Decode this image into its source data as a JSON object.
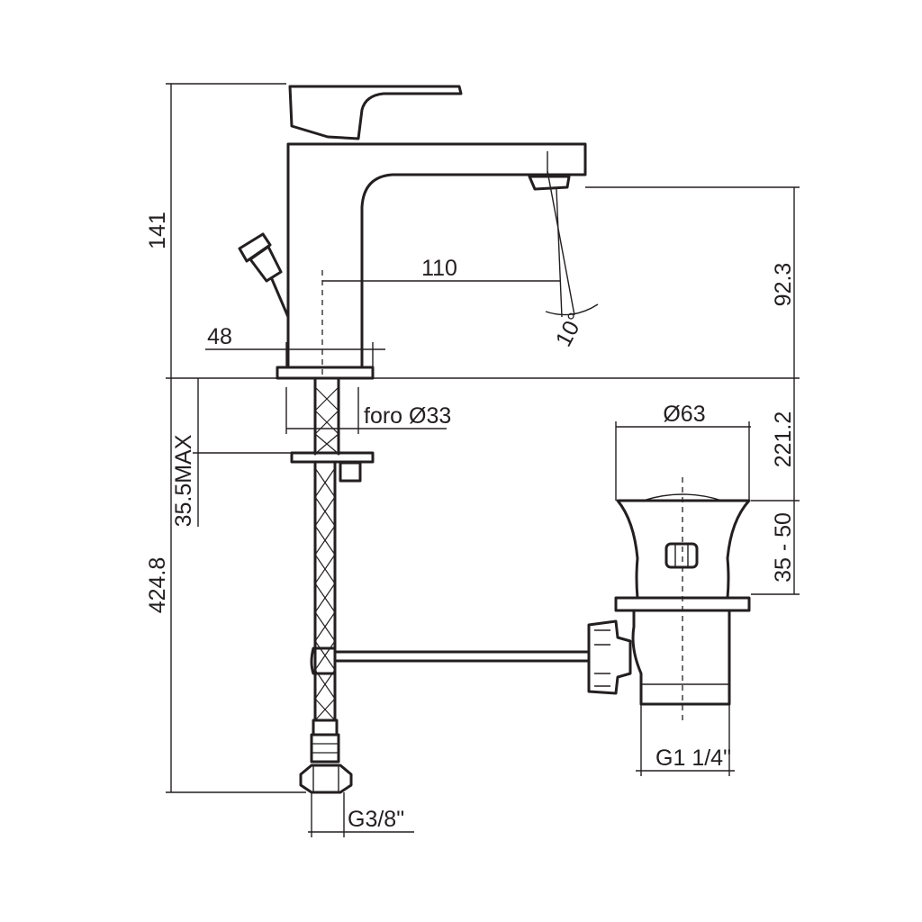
{
  "labels": {
    "height_141": "141",
    "spout_height": "92.3",
    "reach": "110",
    "spout_angle": "10°",
    "base_dia": "48",
    "hole": "foro Ø33",
    "deck_max": "35.5MAX",
    "hose_length": "424.8",
    "hose_thread": "G3/8\"",
    "waste_dia": "Ø63",
    "waste_height": "221.2",
    "waste_range": "35 - 50",
    "waste_thread": "G1 1/4\""
  }
}
